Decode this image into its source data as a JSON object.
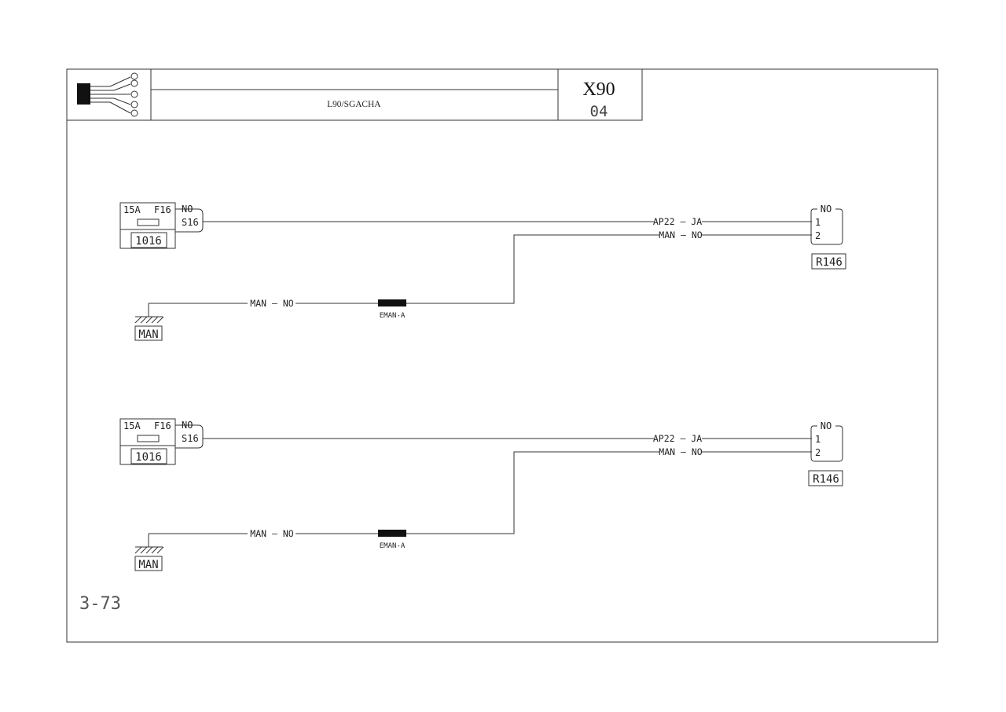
{
  "header": {
    "title": "L90/SGACHA",
    "vehicle": "X90",
    "sheet": "04"
  },
  "page_label": "3-73",
  "circuits": [
    {
      "fuse_rating": "15A",
      "fuse_id": "F16",
      "fuse_box": "1016",
      "fuse_pin_top": "NO",
      "fuse_pin": "S16",
      "wire_top": "AP22 — JA",
      "wire_bottom": "MAN — NO",
      "connector_top": "NO",
      "pin1": "1",
      "pin2": "2",
      "connector_id": "R146",
      "ground_wire": "MAN — NO",
      "splice_label": "EMAN-A",
      "ground_label": "MAN"
    },
    {
      "fuse_rating": "15A",
      "fuse_id": "F16",
      "fuse_box": "1016",
      "fuse_pin_top": "NO",
      "fuse_pin": "S16",
      "wire_top": "AP22 — JA",
      "wire_bottom": "MAN — NO",
      "connector_top": "NO",
      "pin1": "1",
      "pin2": "2",
      "connector_id": "R146",
      "ground_wire": "MAN — NO",
      "splice_label": "EMAN-A",
      "ground_label": "MAN"
    }
  ]
}
